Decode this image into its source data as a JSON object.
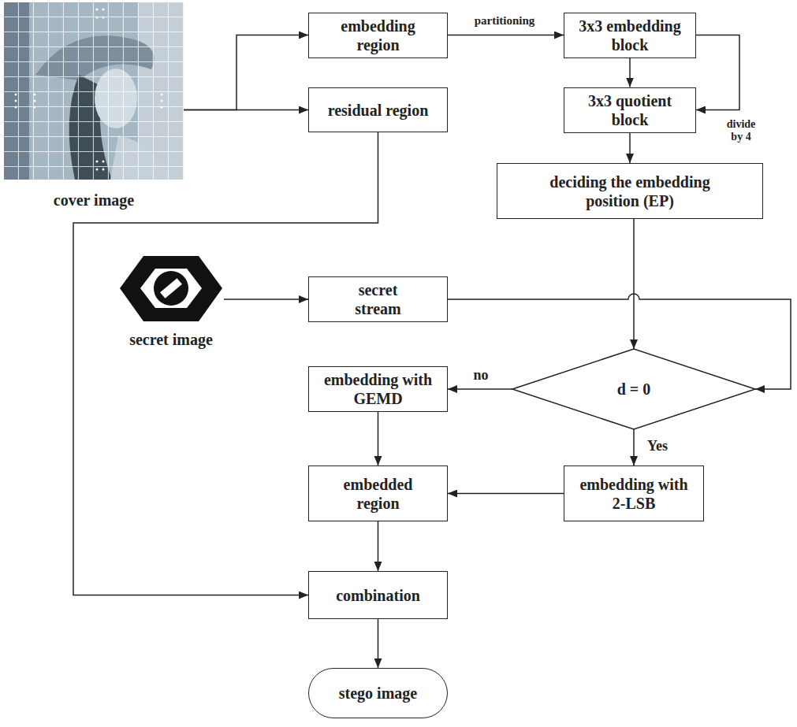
{
  "diagram": {
    "nodes": [
      {
        "text": [
          "cover image"
        ]
      },
      {
        "text": [
          "embedding region"
        ]
      },
      {
        "text": [
          "residual region"
        ]
      },
      {
        "text": [
          "3x3 embedding block"
        ]
      },
      {
        "text": [
          "3x3 quotient block"
        ]
      },
      {
        "text": [
          "deciding the embedding position (EP)"
        ]
      },
      {
        "text": [
          "secret image"
        ]
      },
      {
        "text": [
          "secret stream"
        ]
      },
      {
        "text": [
          "d = 0"
        ]
      },
      {
        "text": [
          "embedding with GEMD"
        ]
      },
      {
        "text": [
          "embedding with 2-LSB"
        ]
      },
      {
        "text": [
          "embedded region"
        ]
      },
      {
        "text": [
          "combination"
        ]
      },
      {
        "text": [
          "stego image"
        ]
      }
    ],
    "edges": [
      {
        "from": 0,
        "to": 1,
        "arrow": "to"
      },
      {
        "from": 0,
        "to": 2,
        "arrow": "to"
      },
      {
        "from": 1,
        "to": 3,
        "label": "partitioning",
        "arrow": "to"
      },
      {
        "from": 3,
        "to": 4,
        "arrow": "to"
      },
      {
        "from": 3,
        "to": 4,
        "label": "divide by 4",
        "arrow": "to"
      },
      {
        "from": 4,
        "to": 5,
        "arrow": "to"
      },
      {
        "from": 5,
        "to": 8,
        "arrow": "to"
      },
      {
        "from": 6,
        "to": 7,
        "arrow": "to"
      },
      {
        "from": 7,
        "to": 8,
        "arrow": "to"
      },
      {
        "from": 8,
        "to": 9,
        "label": "no",
        "arrow": "to"
      },
      {
        "from": 8,
        "to": 10,
        "label": "Yes",
        "arrow": "to"
      },
      {
        "from": 9,
        "to": 11,
        "arrow": "to"
      },
      {
        "from": 10,
        "to": 11,
        "arrow": "to"
      },
      {
        "from": 2,
        "to": 12,
        "arrow": "to"
      },
      {
        "from": 11,
        "to": 12,
        "arrow": "to"
      },
      {
        "from": 12,
        "to": 13,
        "arrow": "to"
      }
    ]
  }
}
